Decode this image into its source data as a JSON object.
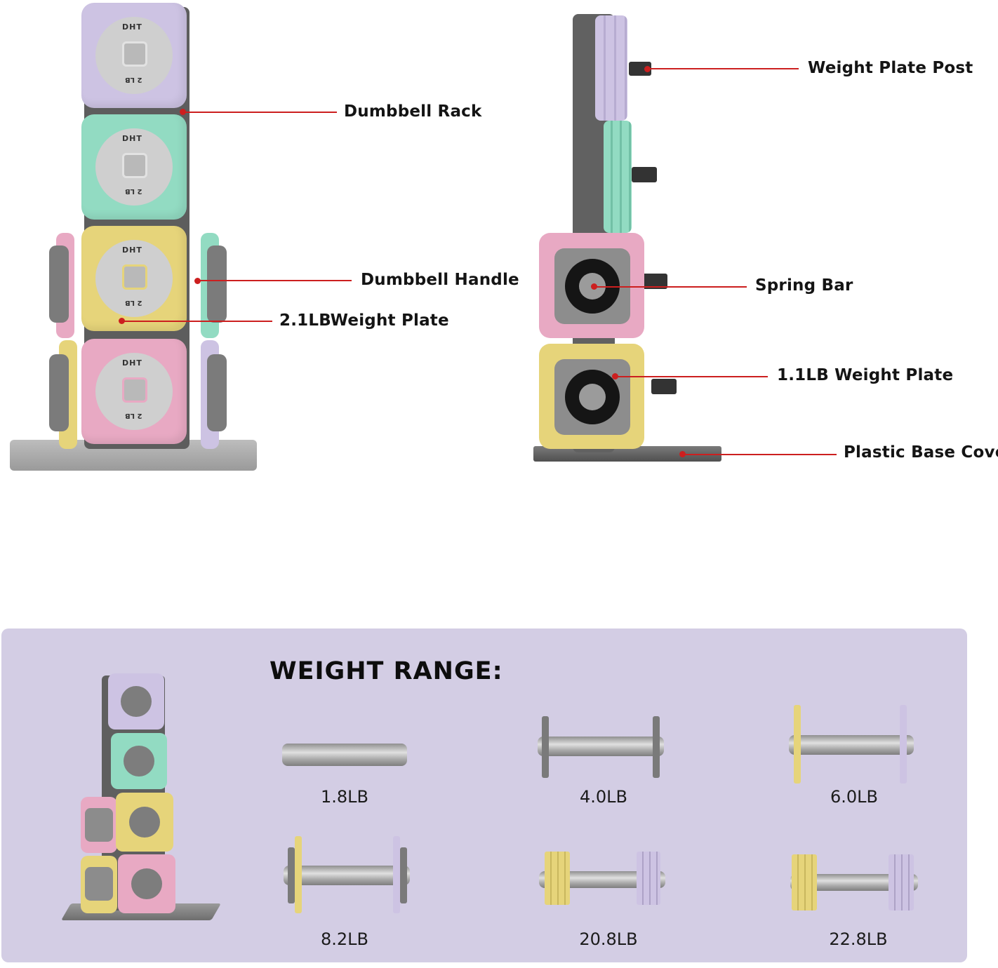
{
  "callouts": {
    "dumbbell_rack": "Dumbbell Rack",
    "dumbbell_handle": "Dumbbell Handle",
    "weight_plate_2_1": "2.1LBWeight Plate",
    "weight_plate_post": "Weight Plate Post",
    "spring_bar": "Spring Bar",
    "weight_plate_1_1": "1.1LB Weight Plate",
    "plastic_base_cover": "Plastic Base Cover"
  },
  "plate_marking": {
    "brand": "DHT",
    "weight": "2 LB"
  },
  "range": {
    "title": "WEIGHT RANGE:",
    "items": [
      "1.8LB",
      "4.0LB",
      "6.0LB",
      "8.2LB",
      "20.8LB",
      "22.8LB"
    ]
  },
  "colors": {
    "lavender": "#cdc3e3",
    "mint": "#92dbc2",
    "yellow": "#e6d47a",
    "pink": "#e8a9c3",
    "accent_line": "#cc1f1f",
    "panel": "#d3cde4"
  }
}
